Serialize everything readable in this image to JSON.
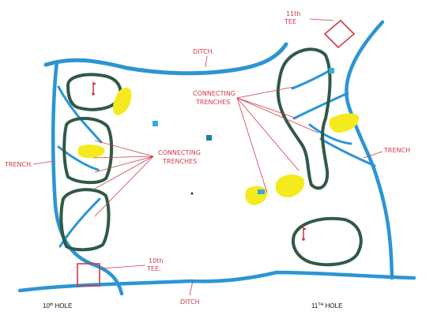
{
  "colors": {
    "water": "#2b95d4",
    "green": "#2f5a45",
    "bunker": "#f4ea1e",
    "label": "#cc3b4a",
    "marker": "#3aa7e0",
    "marker_dark": "#1b7fa8"
  },
  "labels": {
    "tee_11_sup": "11th",
    "tee_11": "TEE",
    "ditch_top": "DITCH.",
    "connecting_top_1": "CONNECTING",
    "connecting_top_2": "TRENCHES",
    "connecting_left_1": "CONNECTING",
    "connecting_left_2": "TRENCHES",
    "trench_left": "TRENCH.",
    "trench_right": "TRENCH",
    "tee_10_sup": "10th",
    "tee_10": "TEE.",
    "ditch_bottom": "DITCH",
    "hole_10_num": "10",
    "hole_10_sup": "th",
    "hole_10_text": "HOLE",
    "hole_11_num": "11",
    "hole_11_sup": "TH",
    "hole_11_text": "HOLE"
  }
}
